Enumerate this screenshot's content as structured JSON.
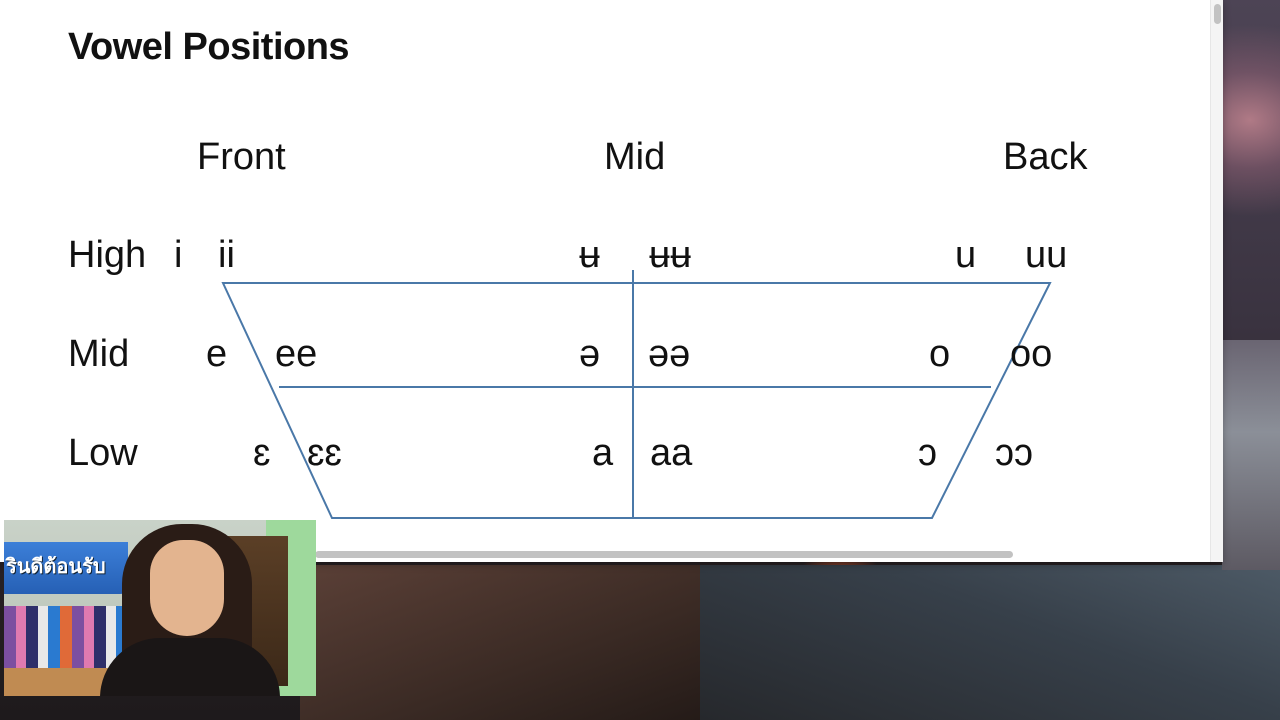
{
  "slide": {
    "title": "Vowel Positions",
    "columns": {
      "front": "Front",
      "mid": "Mid",
      "back": "Back"
    },
    "rows": {
      "high": "High",
      "mid": "Mid",
      "low": "Low"
    },
    "vowels": {
      "high_front_short": "i",
      "high_front_long": "ii",
      "high_mid_short": "ʉ",
      "high_mid_long": "ʉʉ",
      "high_back_short": "u",
      "high_back_long": "uu",
      "mid_front_short": "e",
      "mid_front_long": "ee",
      "mid_mid_short": "ə",
      "mid_mid_long": "əə",
      "mid_back_short": "o",
      "mid_back_long": "oo",
      "low_front_short": "ɛ",
      "low_front_long": "ɛɛ",
      "low_mid_short": "a",
      "low_mid_long": "aa",
      "low_back_short": "ɔ",
      "low_back_long": "ɔɔ"
    },
    "line_color": "#4a78a8"
  },
  "webcam": {
    "sign_text": "รินดีต้อนรับ"
  }
}
